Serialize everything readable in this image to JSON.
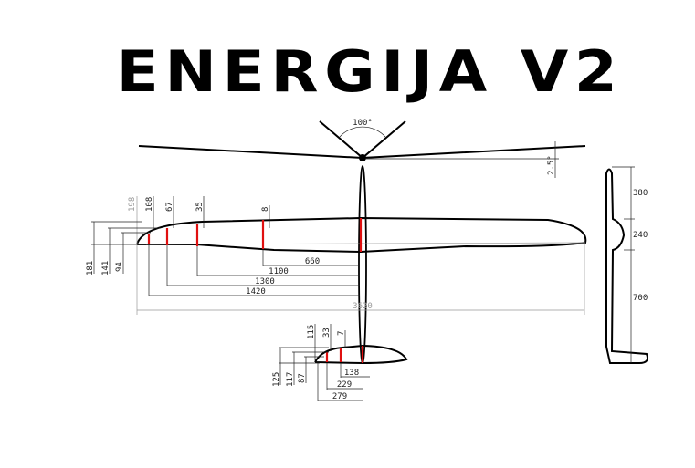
{
  "title": "ENERGIJA V2",
  "front_view": {
    "vtail_angle": "100°",
    "dihedral": "2.5°"
  },
  "wing_top_dims": [
    "198",
    "108",
    "67",
    "35",
    "8"
  ],
  "wing_left_dims": [
    "181",
    "141",
    "94"
  ],
  "wing_span_dims": [
    "660",
    "1100",
    "1300",
    "1420",
    "3620"
  ],
  "tail_top_dims": [
    "115",
    "33",
    "7"
  ],
  "tail_left_dims": [
    "125",
    "117",
    "87"
  ],
  "tail_span_dims": [
    "138",
    "229",
    "279"
  ],
  "side_view_dims": [
    "380",
    "240",
    "700"
  ]
}
